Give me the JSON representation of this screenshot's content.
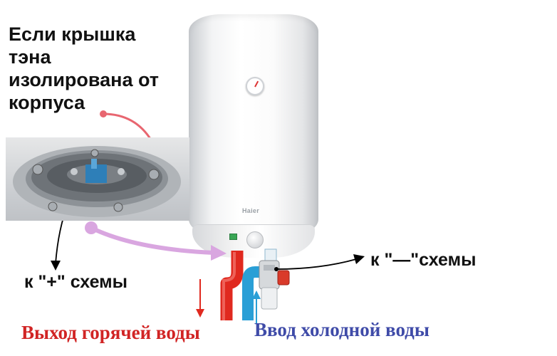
{
  "labels": {
    "lid_note": "Если крышка тэна изолирована от корпуса",
    "plus_circuit": "к \"+\" схемы",
    "minus_circuit": "к \"—\"схемы",
    "hot_water_out": "Выход горячей воды",
    "cold_water_in": "Ввод холодной воды"
  },
  "heater": {
    "brand": "Haier"
  },
  "colors": {
    "hot": "#d12424",
    "cold": "#3f4ba8",
    "hot_pipe": "#e0291f",
    "cold_pipe": "#2a9fd6",
    "pointer_red": "#e86670",
    "pointer_violet": "#d9a6e0"
  },
  "icons": {
    "thermometer": "thermometer-icon",
    "knob": "temperature-knob",
    "indicator": "power-indicator",
    "valve": "safety-valve-icon"
  }
}
